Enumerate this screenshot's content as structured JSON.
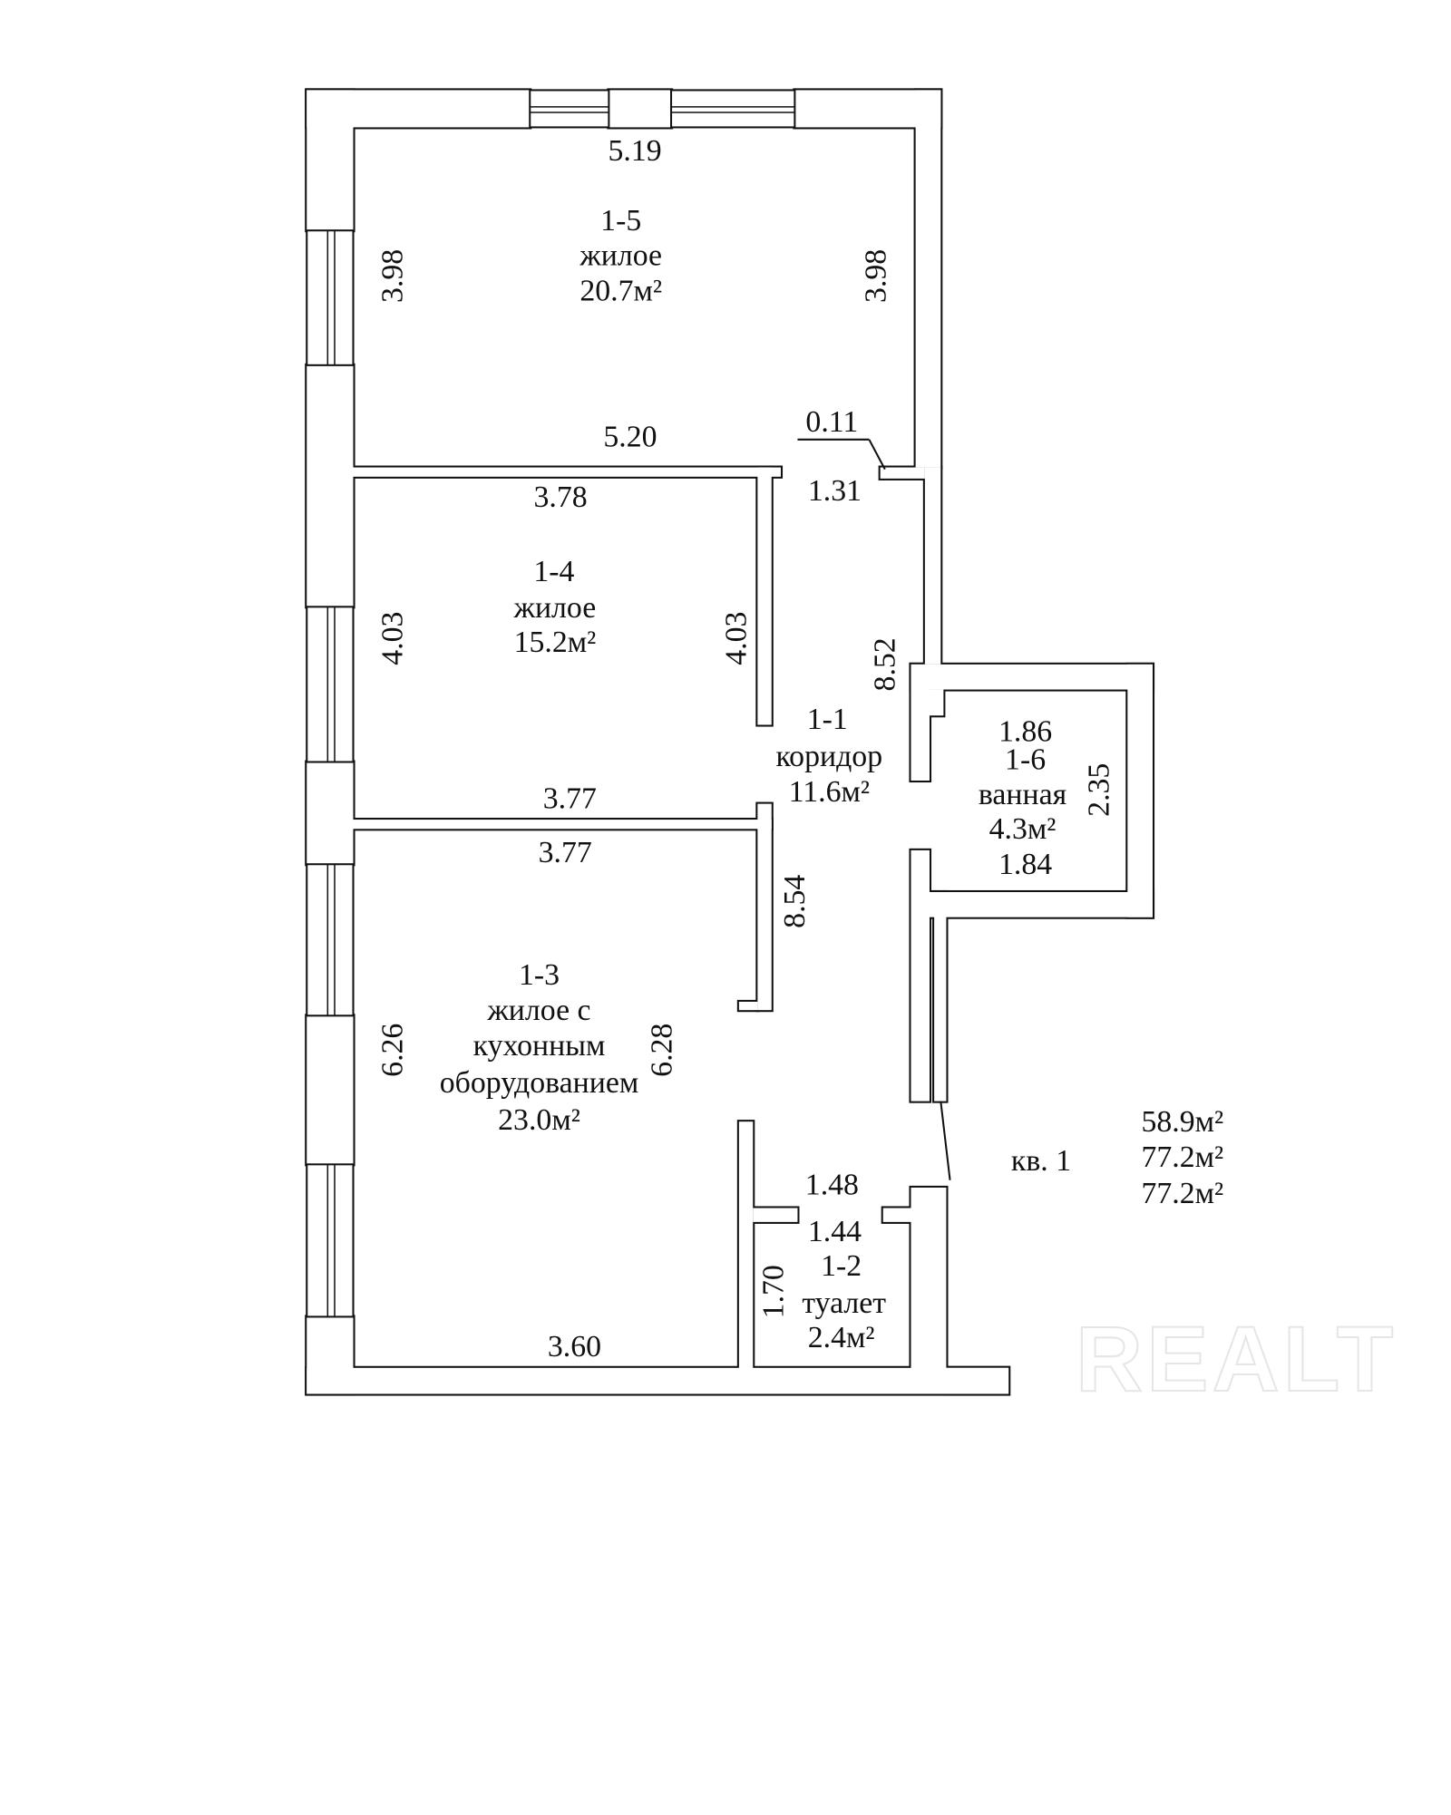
{
  "rooms": {
    "r15": {
      "id": "1-5",
      "name": "жилое",
      "area": "20.7м²",
      "dim_top": "5.19",
      "dim_left": "3.98",
      "dim_right": "3.98",
      "dim_bottom": "5.20"
    },
    "r14": {
      "id": "1-4",
      "name": "жилое",
      "area": "15.2м²",
      "dim_top": "3.78",
      "dim_left": "4.03",
      "dim_right": "4.03",
      "dim_bottom": "3.77"
    },
    "r13": {
      "id": "1-3",
      "name_1": "жилое с",
      "name_2": "кухонным",
      "name_3": "оборудованием",
      "area": "23.0м²",
      "dim_top": "3.77",
      "dim_left": "6.26",
      "dim_right": "6.28",
      "dim_bottom": "3.60",
      "dim_partition": "8.54"
    },
    "r11": {
      "id": "1-1",
      "name": "коридор",
      "area": "11.6м²",
      "dim_top": "1.31",
      "dim_nib": "0.11",
      "dim_length": "8.52"
    },
    "r16": {
      "id": "1-6",
      "name": "ванная",
      "area": "4.3м²",
      "dim_top": "1.86",
      "dim_bottom": "1.84",
      "dim_side": "2.35"
    },
    "r12": {
      "id": "1-2",
      "name": "туалет",
      "area": "2.4м²",
      "dim_top_outer": "1.48",
      "dim_top": "1.44",
      "dim_side": "1.70"
    }
  },
  "apartment": {
    "label": "кв. 1",
    "living_area": "58.9м²",
    "total_area": "77.2м²",
    "total_area_2": "77.2м²"
  },
  "watermark": "REALT"
}
